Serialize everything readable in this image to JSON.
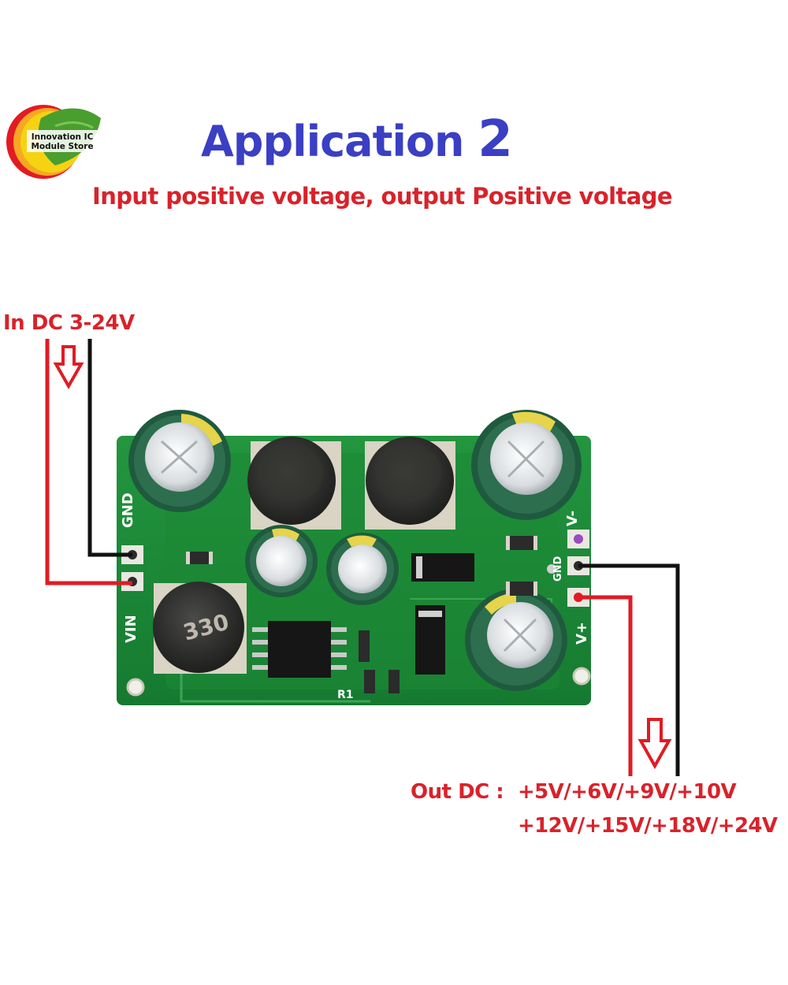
{
  "header": {
    "logo": {
      "line1": "Innovation IC",
      "line2": "Module Store",
      "colors": [
        "#e21b23",
        "#f7a823",
        "#f5d312",
        "#4a9e2e"
      ]
    },
    "title_word": "Application",
    "title_number": "2",
    "subtitle": "Input positive voltage, output Positive voltage"
  },
  "input": {
    "label": "In DC 3-24V"
  },
  "output": {
    "label": "Out DC :",
    "voltages_line1": "+5V/+6V/+9V/+10V",
    "voltages_line2": "+12V/+15V/+18V/+24V"
  },
  "board": {
    "silkscreen": {
      "gnd_left": "GND",
      "vin": "VIN",
      "v_minus": "V-",
      "gnd_right": "GND",
      "v_plus": "V+",
      "r1": "R1"
    },
    "inductor_marking": "330"
  },
  "colors": {
    "title": "#3a3fc4",
    "accent_red": "#d9222a",
    "pcb_green": "#1f8c3a",
    "wire_black": "#111111",
    "wire_red": "#e01b24"
  },
  "icons": [
    "arrow-down-icon",
    "arrow-down-icon"
  ]
}
